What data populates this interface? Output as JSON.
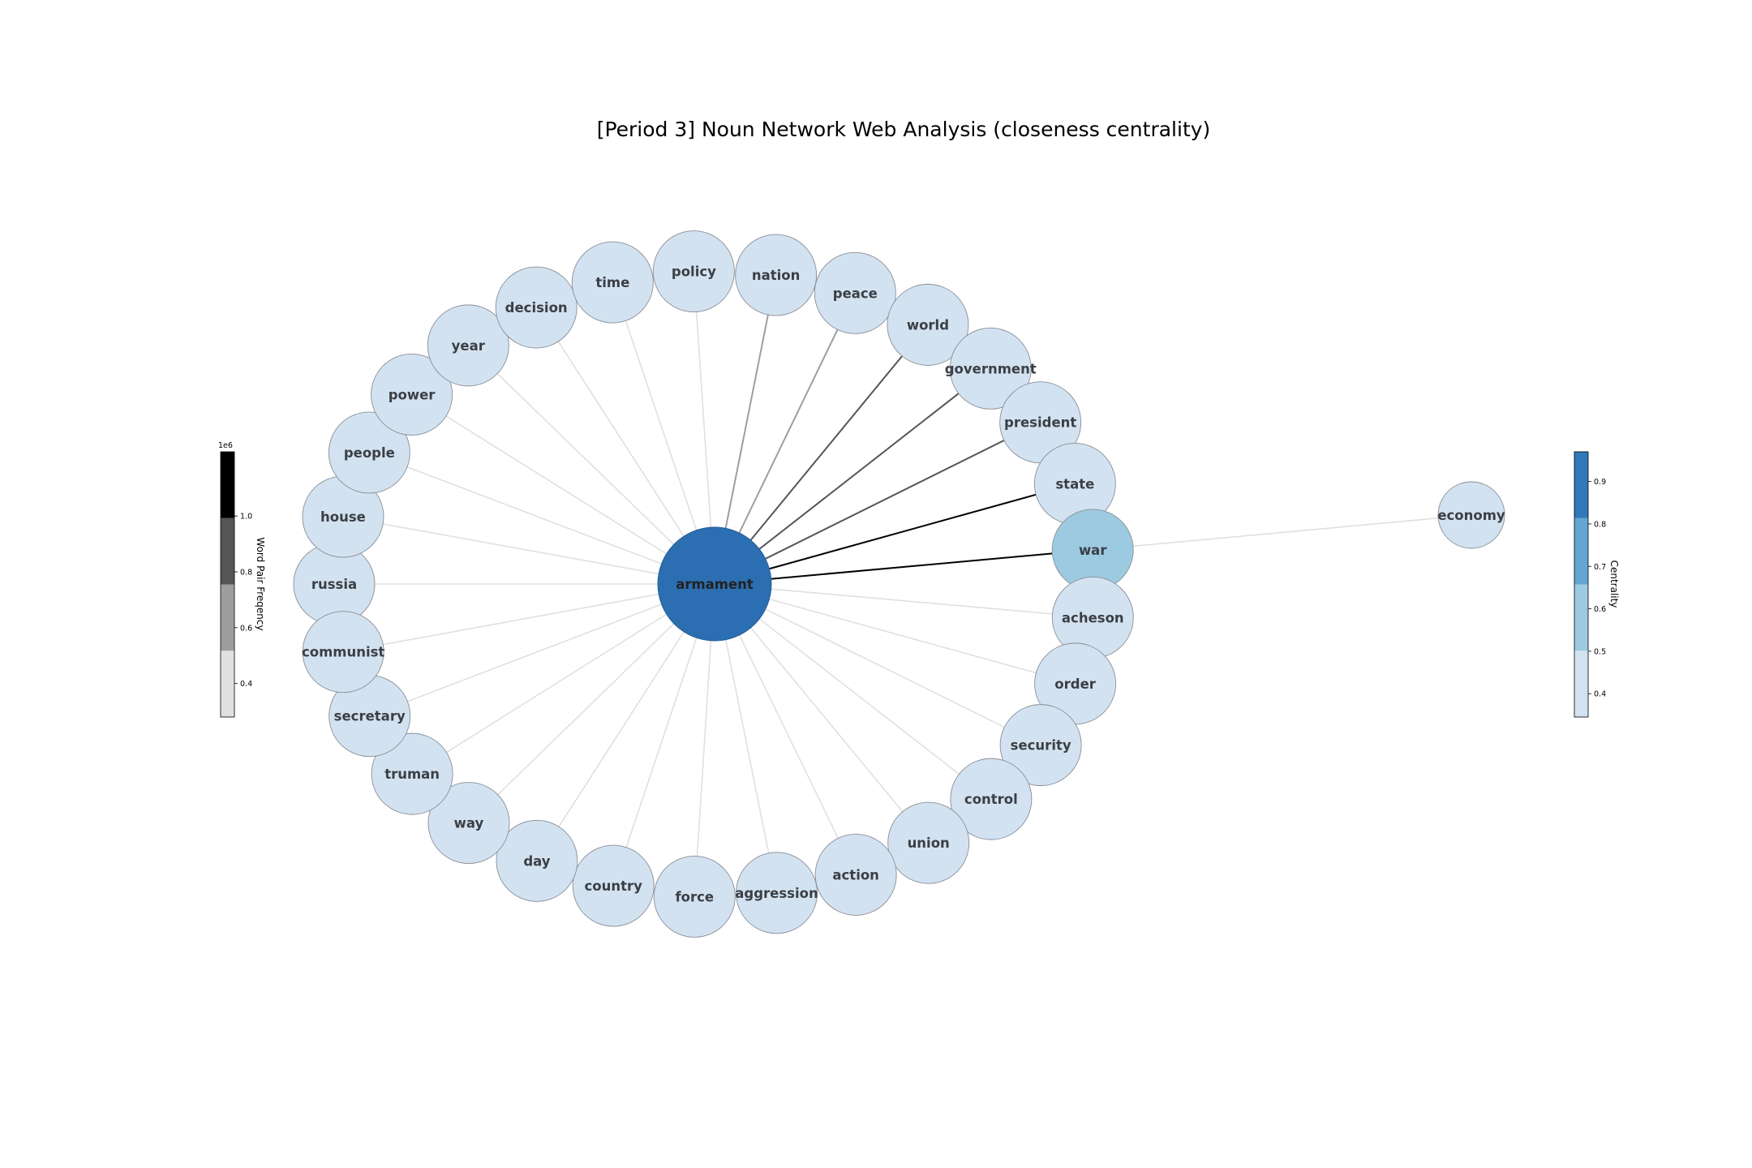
{
  "title": "[Period 3] Noun Network Web Analysis (closeness centrality)",
  "network": {
    "hub": {
      "label": "armament",
      "centrality": 0.97
    },
    "ring": [
      {
        "label": "russia",
        "centrality": 0.42,
        "freq": 0.3
      },
      {
        "label": "house",
        "centrality": 0.42,
        "freq": 0.3
      },
      {
        "label": "people",
        "centrality": 0.42,
        "freq": 0.3
      },
      {
        "label": "power",
        "centrality": 0.42,
        "freq": 0.3
      },
      {
        "label": "year",
        "centrality": 0.42,
        "freq": 0.3
      },
      {
        "label": "decision",
        "centrality": 0.42,
        "freq": 0.3
      },
      {
        "label": "time",
        "centrality": 0.42,
        "freq": 0.3
      },
      {
        "label": "policy",
        "centrality": 0.42,
        "freq": 0.3
      },
      {
        "label": "nation",
        "centrality": 0.42,
        "freq": 0.62
      },
      {
        "label": "peace",
        "centrality": 0.42,
        "freq": 0.62
      },
      {
        "label": "world",
        "centrality": 0.42,
        "freq": 0.85
      },
      {
        "label": "government",
        "centrality": 0.42,
        "freq": 0.85
      },
      {
        "label": "president",
        "centrality": 0.42,
        "freq": 0.85
      },
      {
        "label": "state",
        "centrality": 0.42,
        "freq": 1.1
      },
      {
        "label": "war",
        "centrality": 0.62,
        "freq": 1.15
      },
      {
        "label": "acheson",
        "centrality": 0.42,
        "freq": 0.3
      },
      {
        "label": "order",
        "centrality": 0.42,
        "freq": 0.3
      },
      {
        "label": "security",
        "centrality": 0.42,
        "freq": 0.3
      },
      {
        "label": "control",
        "centrality": 0.42,
        "freq": 0.3
      },
      {
        "label": "union",
        "centrality": 0.42,
        "freq": 0.3
      },
      {
        "label": "action",
        "centrality": 0.42,
        "freq": 0.3
      },
      {
        "label": "aggression",
        "centrality": 0.42,
        "freq": 0.3
      },
      {
        "label": "force",
        "centrality": 0.42,
        "freq": 0.3
      },
      {
        "label": "country",
        "centrality": 0.42,
        "freq": 0.3
      },
      {
        "label": "day",
        "centrality": 0.42,
        "freq": 0.3
      },
      {
        "label": "way",
        "centrality": 0.42,
        "freq": 0.3
      },
      {
        "label": "truman",
        "centrality": 0.42,
        "freq": 0.3
      },
      {
        "label": "secretary",
        "centrality": 0.42,
        "freq": 0.3
      },
      {
        "label": "communist",
        "centrality": 0.42,
        "freq": 0.3
      }
    ],
    "outlier": {
      "label": "economy",
      "centrality": 0.4,
      "linked_to": "war",
      "freq": 0.3
    }
  },
  "freq_colorbar": {
    "label": "Word Pair Freqency",
    "exponent": "1e6",
    "ticks": [
      "0.4",
      "0.6",
      "0.8",
      "1.0"
    ],
    "colors": [
      "#e0e0e0",
      "#9e9e9e",
      "#555555",
      "#000000"
    ]
  },
  "centrality_colorbar": {
    "label": "Centrality",
    "ticks": [
      "0.4",
      "0.5",
      "0.6",
      "0.7",
      "0.8",
      "0.9"
    ],
    "colors": [
      "#d3e2f1",
      "#9ccae1",
      "#62a6d1",
      "#3079b8"
    ]
  }
}
